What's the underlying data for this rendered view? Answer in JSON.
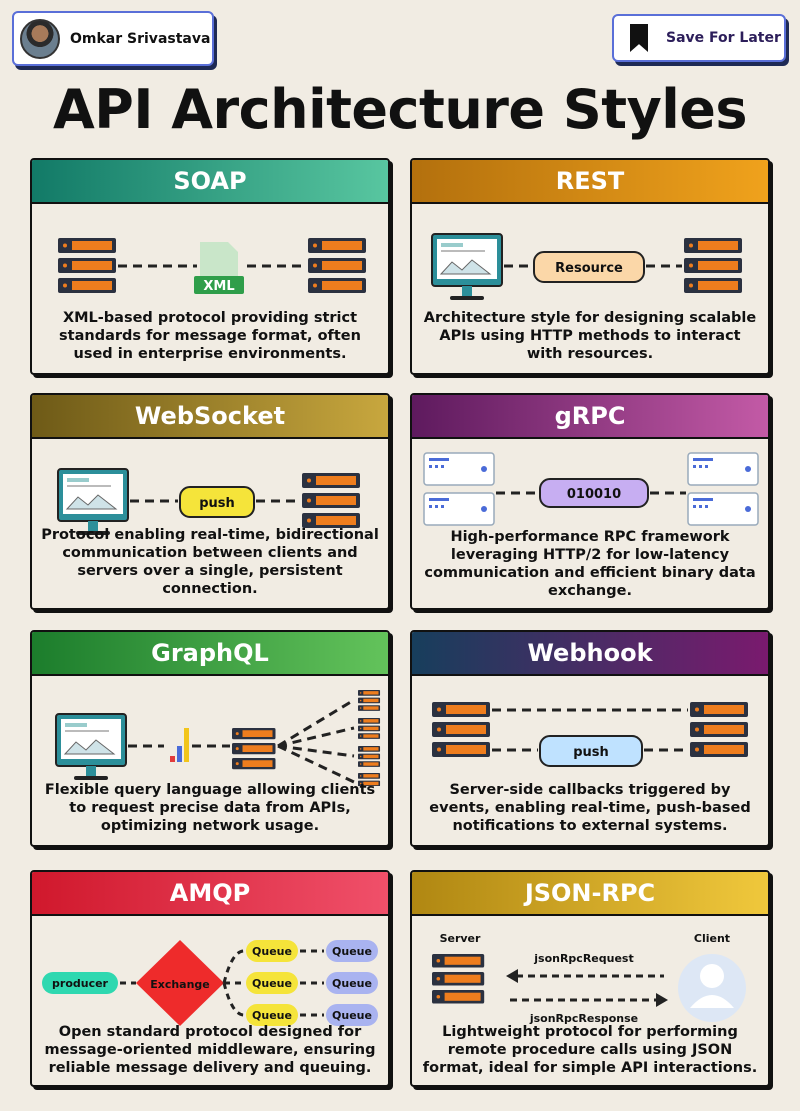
{
  "author": {
    "name": "Omkar Srivastava"
  },
  "save": {
    "label": "Save For Later"
  },
  "title": "API Architecture Styles",
  "cards": [
    {
      "title": "SOAP",
      "description": "XML-based protocol providing strict standards for message format, often used in enterprise environments.",
      "tag": "XML"
    },
    {
      "title": "REST",
      "description": "Architecture style for designing scalable APIs using HTTP methods to interact with resources.",
      "tag": "Resource"
    },
    {
      "title": "WebSocket",
      "description": "Protocol enabling real-time, bidirectional communication between clients and servers over a single, persistent connection.",
      "tag": "push"
    },
    {
      "title": "gRPC",
      "description": "High-performance RPC framework leveraging HTTP/2 for low-latency communication and efficient binary data exchange.",
      "tag": "010010"
    },
    {
      "title": "GraphQL",
      "description": "Flexible query language allowing clients to request precise data from APIs, optimizing network usage."
    },
    {
      "title": "Webhook",
      "description": "Server-side callbacks triggered by events, enabling real-time, push-based notifications to external systems.",
      "tag": "push"
    },
    {
      "title": "AMQP",
      "description": "Open standard protocol designed for message-oriented middleware, ensuring reliable message delivery and queuing.",
      "producer": "producer",
      "exchange": "Exchange",
      "queue": "Queue"
    },
    {
      "title": "JSON-RPC",
      "description": "Lightweight protocol for performing remote procedure calls using JSON format, ideal for simple API interactions.",
      "server": "Server",
      "client": "Client",
      "request": "jsonRpcRequest",
      "response": "jsonRpcResponse"
    }
  ],
  "colors": {
    "server_orange": "#ee7d1e",
    "server_dark": "#2b3140",
    "monitor_teal": "#2c8f9a",
    "queue_yellow": "#f5e43a",
    "queue_blue": "#a9b3f0",
    "producer_teal": "#2fd8b0",
    "exchange_red": "#ee2b2b"
  }
}
